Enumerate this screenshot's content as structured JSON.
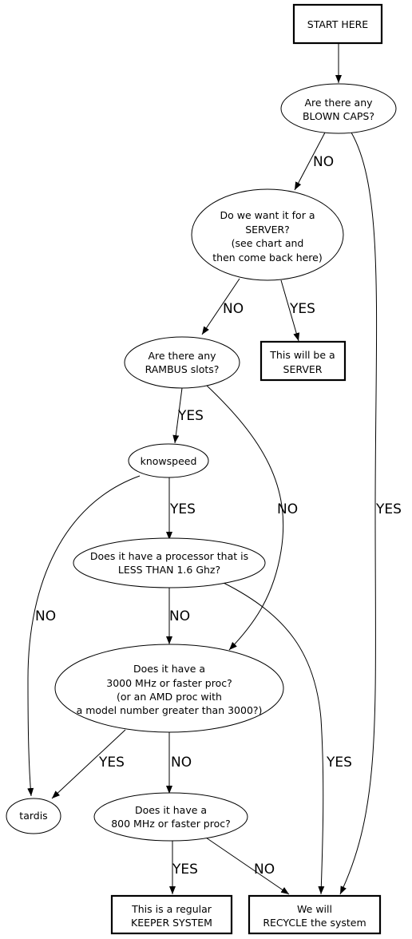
{
  "nodes": {
    "start": {
      "lines": [
        "START HERE"
      ]
    },
    "caps": {
      "lines": [
        "Are there any",
        "BLOWN CAPS?"
      ]
    },
    "server_q": {
      "lines": [
        "Do we want it for a",
        "SERVER?",
        "(see chart and",
        "then come back here)"
      ]
    },
    "server_box": {
      "lines": [
        "This will be a",
        "SERVER"
      ]
    },
    "rambus": {
      "lines": [
        "Are there any",
        "RAMBUS slots?"
      ]
    },
    "knowspeed": {
      "lines": [
        "knowspeed"
      ]
    },
    "lt16": {
      "lines": [
        "Does it have a processor that is",
        "LESS THAN 1.6 Ghz?"
      ]
    },
    "mhz3000": {
      "lines": [
        "Does it have a",
        "3000 MHz or faster proc?",
        "(or an AMD proc with",
        "a model number greater than 3000?)"
      ]
    },
    "tardis": {
      "lines": [
        "tardis"
      ]
    },
    "mhz800": {
      "lines": [
        "Does it have a",
        "800 MHz or faster proc?"
      ]
    },
    "keeper": {
      "lines": [
        "This is a regular",
        "KEEPER SYSTEM"
      ]
    },
    "recycle": {
      "lines": [
        "We will",
        "RECYCLE the system"
      ]
    }
  },
  "edges": {
    "start_caps": {
      "label": ""
    },
    "caps_server": {
      "label": "NO"
    },
    "caps_recycle": {
      "label": "YES"
    },
    "server_rambus": {
      "label": "NO"
    },
    "server_box": {
      "label": "YES"
    },
    "rambus_knowspeed": {
      "label": "YES"
    },
    "rambus_3000": {
      "label": "NO"
    },
    "knowspeed_lt16": {
      "label": "YES"
    },
    "knowspeed_tardis": {
      "label": "NO"
    },
    "lt16_3000": {
      "label": "NO"
    },
    "lt16_recycle": {
      "label": "YES"
    },
    "mhz3000_tardis": {
      "label": "YES"
    },
    "mhz3000_800": {
      "label": "NO"
    },
    "mhz800_keeper": {
      "label": "YES"
    },
    "mhz800_recycle": {
      "label": "NO"
    }
  }
}
